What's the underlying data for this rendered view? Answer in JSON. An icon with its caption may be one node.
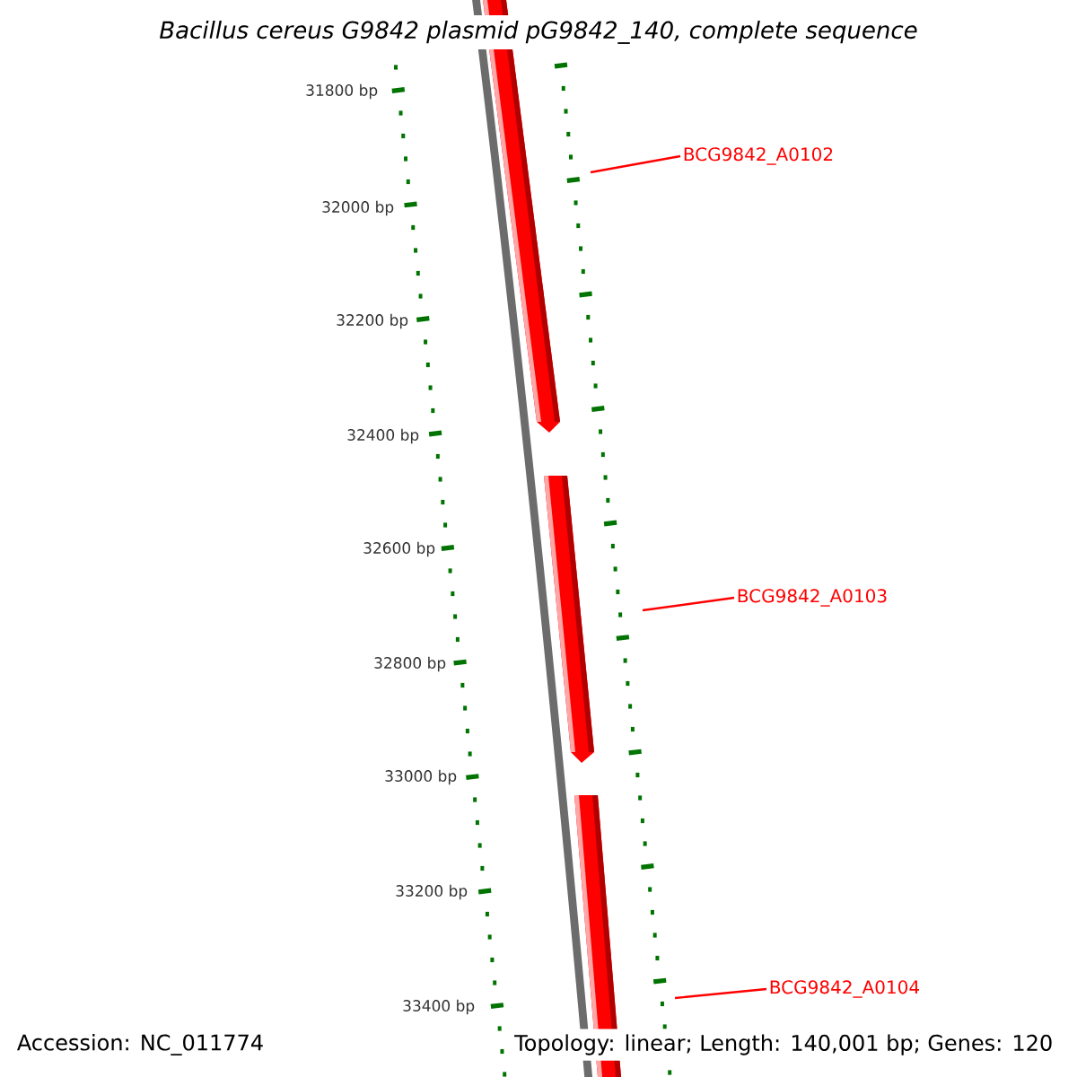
{
  "diagram": {
    "title": "Bacillus cereus G9842 plasmid pG9842_140, complete sequence",
    "nodes": [
      {
        "text": [
          "BCG9842_A0102"
        ]
      },
      {
        "text": [
          "BCG9842_A0103"
        ]
      },
      {
        "text": [
          "BCG9842_A0104"
        ]
      }
    ],
    "edges": [
      {
        "from": 0,
        "to": null,
        "arrow": "none"
      },
      {
        "from": 1,
        "to": null,
        "arrow": "none"
      },
      {
        "from": 2,
        "to": null,
        "arrow": "none"
      }
    ],
    "labels": [
      "31800 bp",
      "32000 bp",
      "32200 bp",
      "32400 bp",
      "32600 bp",
      "32800 bp",
      "33000 bp",
      "33200 bp",
      "33400 bp",
      "Accession: NC_011774",
      "Topology: linear; Length: 140,001 bp; Genes: 120"
    ]
  }
}
